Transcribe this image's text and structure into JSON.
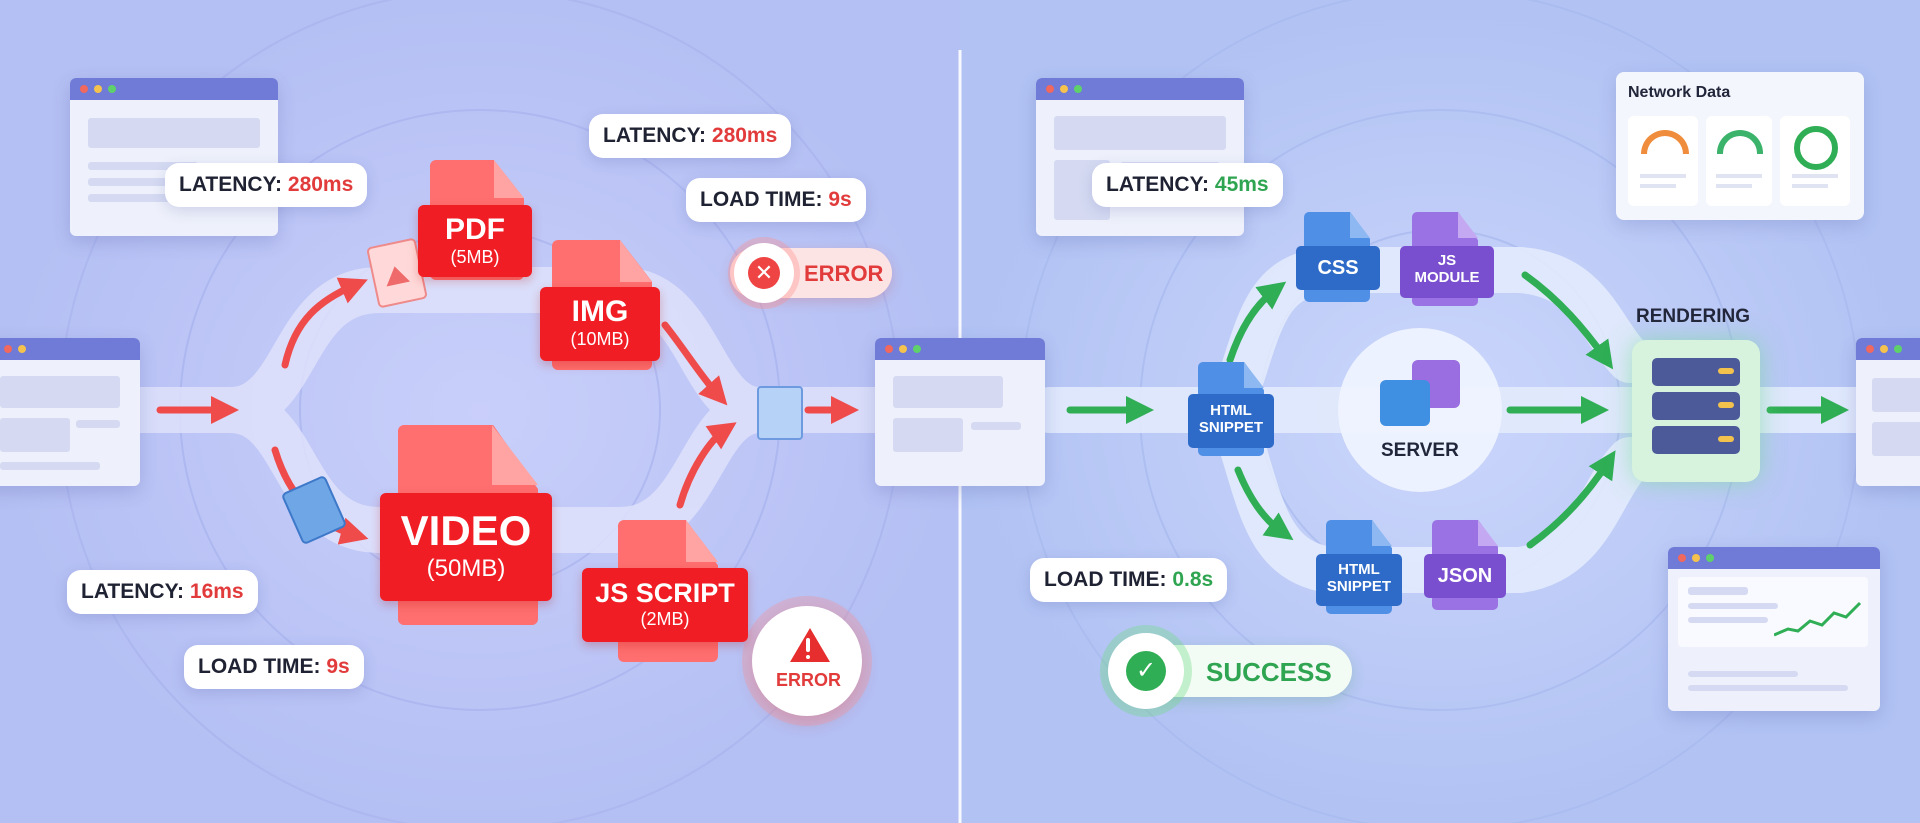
{
  "left": {
    "latency_top_left": {
      "label": "LATENCY: ",
      "value": "280ms"
    },
    "latency_top_mid": {
      "label": "LATENCY: ",
      "value": "280ms"
    },
    "load_time_top": {
      "label": "LOAD TIME: ",
      "value": "9s"
    },
    "latency_bottom": {
      "label": "LATENCY: ",
      "value": "16ms"
    },
    "load_time_bottom": {
      "label": "LOAD TIME: ",
      "value": "9s"
    },
    "error_top": "ERROR",
    "error_bottom": "ERROR",
    "files": {
      "pdf": {
        "name": "PDF",
        "size": "(5MB)"
      },
      "img": {
        "name": "IMG",
        "size": "(10MB)"
      },
      "video": {
        "name": "VIDEO",
        "size": "(50MB)"
      },
      "js": {
        "name": "JS SCRIPT",
        "size": "(2MB)"
      }
    }
  },
  "right": {
    "latency": {
      "label": "LATENCY: ",
      "value": "45ms"
    },
    "load_time": {
      "label": "LOAD TIME: ",
      "value": "0.8s"
    },
    "success": "SUCCESS",
    "network_title": "Network Data",
    "rendering": "RENDERING",
    "server": "SERVER",
    "files": {
      "css": "CSS",
      "js_module_1": "JS",
      "js_module_2": "MODULE",
      "html_mid_1": "HTML",
      "html_mid_2": "SNIPPET",
      "html_bot_1": "HTML",
      "html_bot_2": "SNIPPET",
      "json": "JSON"
    }
  },
  "colors": {
    "error_red": "#f01e24",
    "success_green": "#2fa451",
    "blue_file": "#2f6fcf",
    "purple_file": "#7e57d8",
    "background": "#b8c2f4"
  }
}
